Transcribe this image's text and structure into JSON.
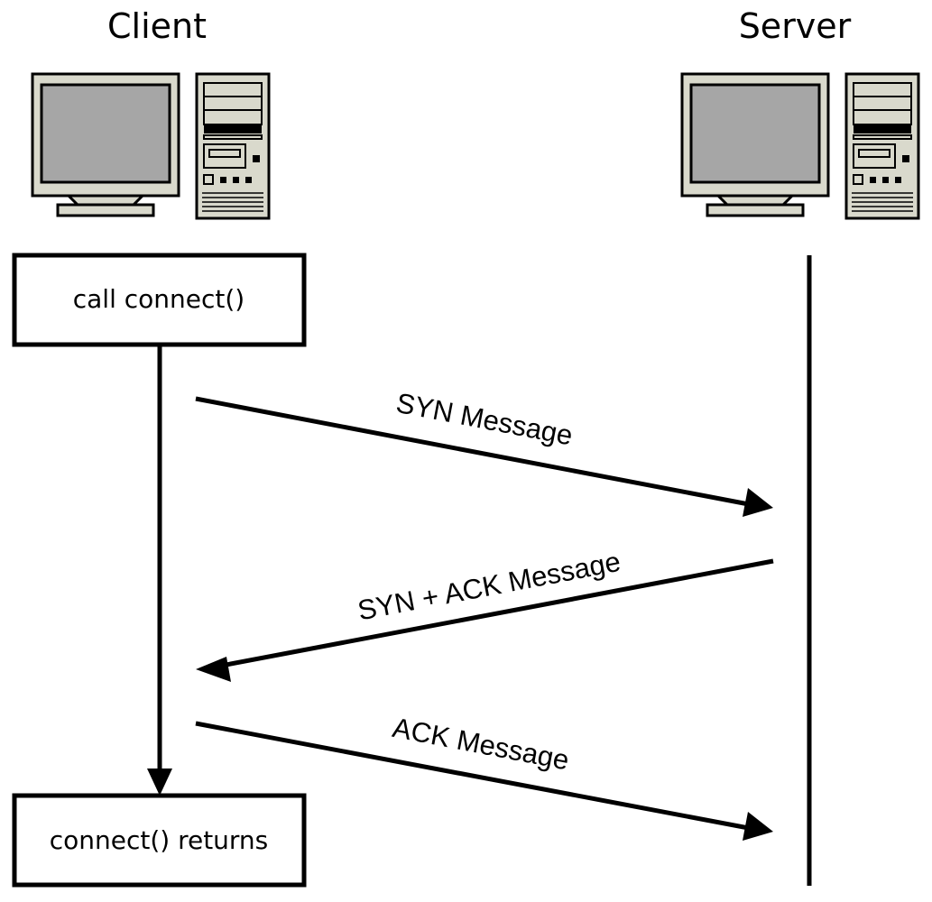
{
  "client": {
    "title": "Client",
    "icon": "desktop-computer-icon",
    "start_box": "call connect()",
    "end_box": "connect() returns"
  },
  "server": {
    "title": "Server",
    "icon": "desktop-computer-icon"
  },
  "messages": [
    {
      "label": "SYN Message",
      "direction": "client-to-server"
    },
    {
      "label": "SYN + ACK Message",
      "direction": "server-to-client"
    },
    {
      "label": "ACK Message",
      "direction": "client-to-server"
    }
  ],
  "colors": {
    "line": "#000000",
    "monitor_bezel": "#d9d9cc",
    "screen": "#a6a6a6",
    "case": "#d9d9cc"
  }
}
